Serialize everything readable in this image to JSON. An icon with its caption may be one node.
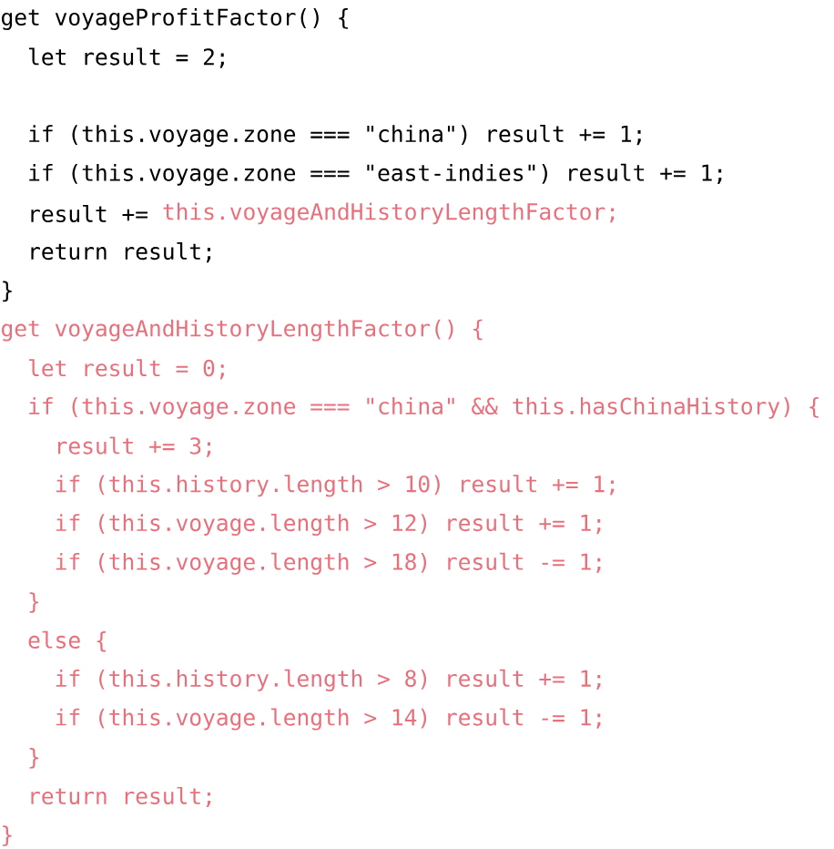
{
  "diagram": {
    "labels": [
      "get voyageProfitFactor() {",
      "let result = 2;",
      "if (this.voyage.zone === \"china\") result += 1;",
      "if (this.voyage.zone === \"east-indies\") result += 1;",
      "result +=",
      "this.voyageAndHistoryLengthFactor;",
      "return result;",
      "}",
      "get voyageAndHistoryLengthFactor() {",
      "let result = 0;",
      "if (this.voyage.zone === \"china\" && this.hasChinaHistory) {",
      "result += 3;",
      "if (this.history.length > 10) result += 1;",
      "if (this.voyage.length > 12) result += 1;",
      "if (this.voyage.length > 18) result -= 1;",
      "}",
      "else {",
      "if (this.history.length > 8) result += 1;",
      "if (this.voyage.length > 14) result -= 1;",
      "}",
      "return result;",
      "}"
    ]
  }
}
